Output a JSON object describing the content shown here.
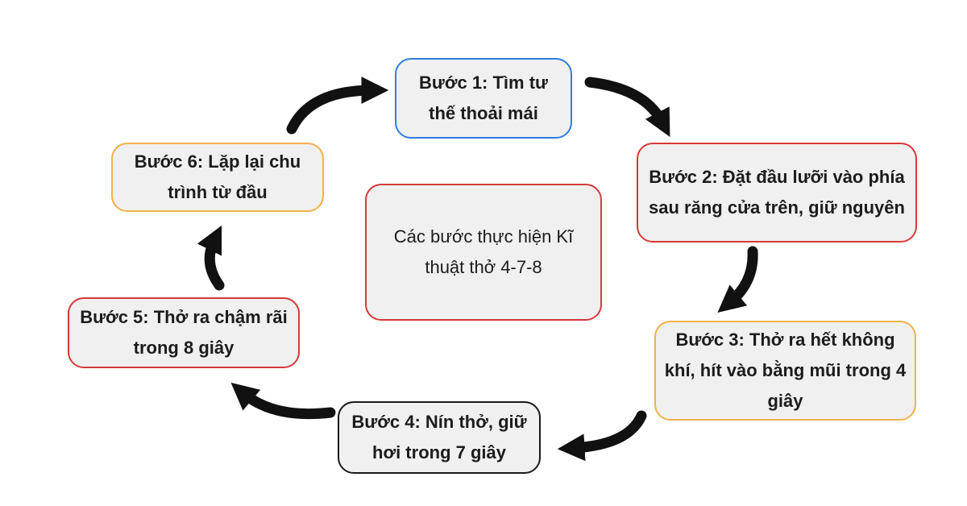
{
  "center": {
    "text": "Các bước thực hiện Kĩ thuật thở 4-7-8"
  },
  "steps": [
    {
      "label": "Bước 1: Tìm tư thế thoải mái",
      "border_color": "#2f7ee0"
    },
    {
      "label": "Bước 2: Đặt đầu lưỡi vào phía sau răng cửa trên, giữ nguyên",
      "border_color": "#d63a3a"
    },
    {
      "label": "Bước 3: Thở ra hết không khí, hít vào bằng mũi trong 4 giây",
      "border_color": "#f2b14c"
    },
    {
      "label": "Bước 4: Nín thở, giữ hơi trong 7 giây",
      "border_color": "#1a1a1a"
    },
    {
      "label": "Bước 5: Thở ra chậm rãi trong 8 giây",
      "border_color": "#d63a3a"
    },
    {
      "label": "Bước 6: Lặp lại chu trình từ đầu",
      "border_color": "#f2b14c"
    }
  ],
  "colors": {
    "arrow": "#111111",
    "box_fill": "#f0f0f0",
    "center_border": "#d63a3a"
  }
}
